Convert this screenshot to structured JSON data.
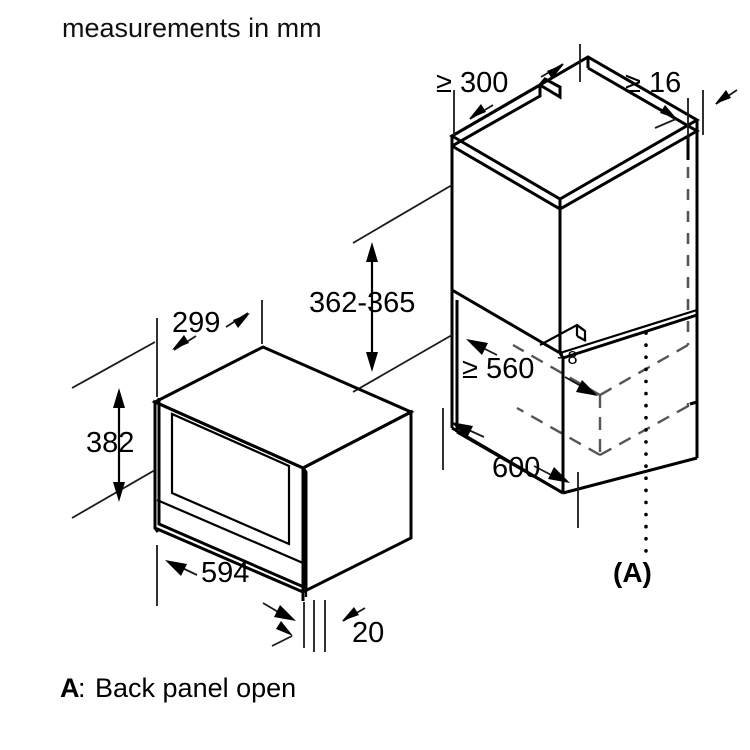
{
  "document": {
    "type": "installation-dimension-drawing",
    "header_note": "measurements in mm",
    "units": "mm",
    "footnote": {
      "marker": "A",
      "separator": ": ",
      "text": "Back panel open",
      "full": "A: Back panel open"
    },
    "callout_label": "(A)"
  },
  "colors": {
    "line": "#000000",
    "hidden_line": "#555555",
    "background": "#ffffff",
    "text": "#000000"
  },
  "appliance": {
    "name": "built-in microwave oven",
    "dimensions": {
      "depth": {
        "value": "299",
        "label": "299",
        "axis": "depth"
      },
      "height": {
        "value": "382",
        "label": "382",
        "axis": "height"
      },
      "width": {
        "value": "594",
        "label": "594",
        "axis": "width"
      },
      "front_overhang": {
        "value": "20",
        "label": "20",
        "axis": "front-projection"
      }
    }
  },
  "niche": {
    "name": "cabinet niche",
    "dimensions": {
      "depth_min": {
        "value": "300",
        "label": "≥ 300",
        "operator": "≥",
        "number": "300",
        "axis": "depth"
      },
      "side_panel_thickness_min": {
        "value": "16",
        "label": "≥ 16",
        "operator": "≥",
        "number": "16",
        "axis": "panel-thickness"
      },
      "height_range": {
        "value": "362-365",
        "label": "362-365",
        "axis": "height"
      },
      "width_min": {
        "value": "560",
        "label": "≥ 560",
        "operator": "≥",
        "number": "560",
        "tolerance": "+8",
        "axis": "width"
      },
      "outer_width": {
        "value": "600",
        "label": "600",
        "axis": "outer-width"
      }
    }
  }
}
